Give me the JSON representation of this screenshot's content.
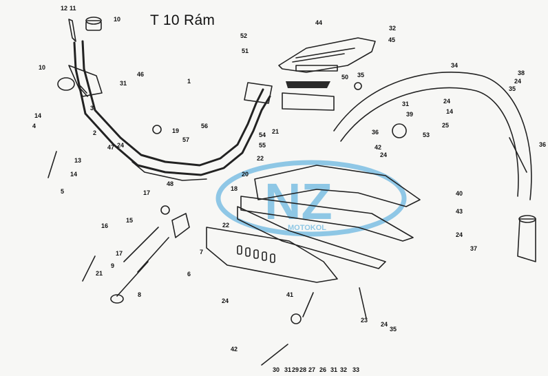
{
  "title": "T 10 Rám",
  "watermark": {
    "text": "NZ",
    "subtext": "MOTOKOL",
    "color": "#3aa0d8"
  },
  "callouts": [
    {
      "id": "c12a",
      "text": "12"
    },
    {
      "id": "c11",
      "text": "11"
    },
    {
      "id": "c10a",
      "text": "10"
    },
    {
      "id": "c10b",
      "text": "10"
    },
    {
      "id": "c3",
      "text": "3"
    },
    {
      "id": "c14a",
      "text": "14"
    },
    {
      "id": "c4",
      "text": "4"
    },
    {
      "id": "c2",
      "text": "2"
    },
    {
      "id": "c13",
      "text": "13"
    },
    {
      "id": "c14b",
      "text": "14"
    },
    {
      "id": "c5",
      "text": "5"
    },
    {
      "id": "c31a",
      "text": "31"
    },
    {
      "id": "c46",
      "text": "46"
    },
    {
      "id": "c47",
      "text": "47"
    },
    {
      "id": "c24a",
      "text": "24"
    },
    {
      "id": "c1",
      "text": "1"
    },
    {
      "id": "c19",
      "text": "19"
    },
    {
      "id": "c56",
      "text": "56"
    },
    {
      "id": "c57",
      "text": "57"
    },
    {
      "id": "c52",
      "text": "52"
    },
    {
      "id": "c51",
      "text": "51"
    },
    {
      "id": "c44",
      "text": "44"
    },
    {
      "id": "c32",
      "text": "32"
    },
    {
      "id": "c45",
      "text": "45"
    },
    {
      "id": "c35a",
      "text": "35"
    },
    {
      "id": "c50",
      "text": "50"
    },
    {
      "id": "c34",
      "text": "34"
    },
    {
      "id": "c38",
      "text": "38"
    },
    {
      "id": "c24b",
      "text": "24"
    },
    {
      "id": "c35b",
      "text": "35"
    },
    {
      "id": "c31b",
      "text": "31"
    },
    {
      "id": "c39",
      "text": "39"
    },
    {
      "id": "c24c",
      "text": "24"
    },
    {
      "id": "c14c",
      "text": "14"
    },
    {
      "id": "c25",
      "text": "25"
    },
    {
      "id": "c36a",
      "text": "36"
    },
    {
      "id": "c53",
      "text": "53"
    },
    {
      "id": "c36b",
      "text": "36"
    },
    {
      "id": "c54",
      "text": "54"
    },
    {
      "id": "c55",
      "text": "55"
    },
    {
      "id": "c21a",
      "text": "21"
    },
    {
      "id": "c42a",
      "text": "42"
    },
    {
      "id": "c24d",
      "text": "24"
    },
    {
      "id": "c22a",
      "text": "22"
    },
    {
      "id": "c20",
      "text": "20"
    },
    {
      "id": "c18",
      "text": "18"
    },
    {
      "id": "c22b",
      "text": "22"
    },
    {
      "id": "c40",
      "text": "40"
    },
    {
      "id": "c43",
      "text": "43"
    },
    {
      "id": "c24e",
      "text": "24"
    },
    {
      "id": "c17a",
      "text": "17"
    },
    {
      "id": "c16",
      "text": "16"
    },
    {
      "id": "c48",
      "text": "48"
    },
    {
      "id": "c15",
      "text": "15"
    },
    {
      "id": "c7",
      "text": "7"
    },
    {
      "id": "c17b",
      "text": "17"
    },
    {
      "id": "c9",
      "text": "9"
    },
    {
      "id": "c6",
      "text": "6"
    },
    {
      "id": "c21b",
      "text": "21"
    },
    {
      "id": "c8",
      "text": "8"
    },
    {
      "id": "c24f",
      "text": "24"
    },
    {
      "id": "c41",
      "text": "41"
    },
    {
      "id": "c37",
      "text": "37"
    },
    {
      "id": "c42b",
      "text": "42"
    },
    {
      "id": "c23",
      "text": "23"
    },
    {
      "id": "c24g",
      "text": "24"
    },
    {
      "id": "c35c",
      "text": "35"
    },
    {
      "id": "c30",
      "text": "30"
    },
    {
      "id": "c31c",
      "text": "31"
    },
    {
      "id": "c29",
      "text": "29"
    },
    {
      "id": "c28",
      "text": "28"
    },
    {
      "id": "c27",
      "text": "27"
    },
    {
      "id": "c26",
      "text": "26"
    },
    {
      "id": "c31d",
      "text": "31"
    },
    {
      "id": "c32b",
      "text": "32"
    },
    {
      "id": "c33",
      "text": "33"
    }
  ]
}
